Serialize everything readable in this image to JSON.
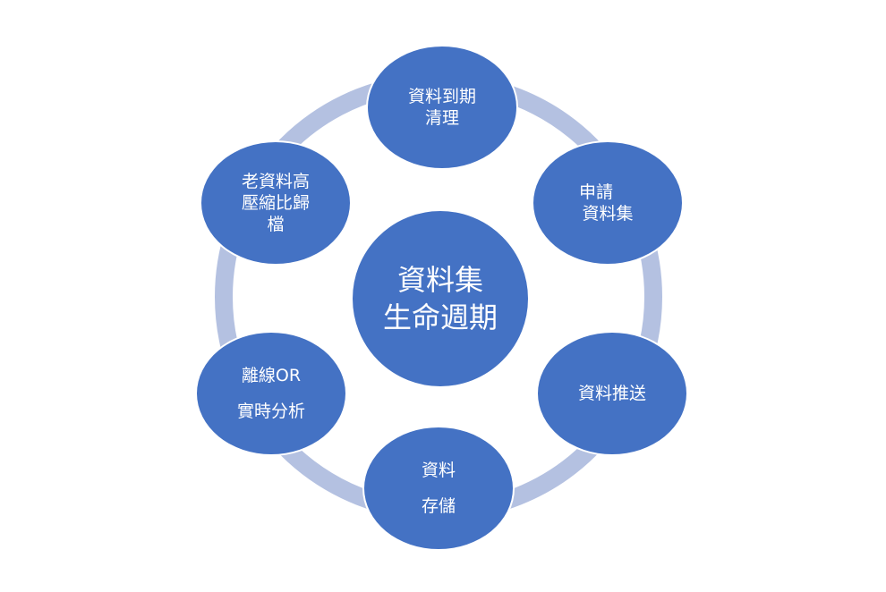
{
  "center": {
    "lines": [
      "資料集",
      "生命週期"
    ]
  },
  "nodes": [
    {
      "id": "expire-cleanup",
      "lines": [
        "資料到期",
        "清理"
      ]
    },
    {
      "id": "apply-dataset",
      "lines": [
        "申請",
        "資料集"
      ]
    },
    {
      "id": "data-push",
      "lines": [
        "資料推送"
      ]
    },
    {
      "id": "data-storage",
      "lines": [
        "資料",
        "存儲"
      ]
    },
    {
      "id": "offline-realtime-analysis",
      "lines": [
        "離線OR",
        "實時分析"
      ]
    },
    {
      "id": "archive-old-data",
      "lines": [
        "老資料高",
        "壓縮比歸",
        "檔"
      ]
    }
  ],
  "colors": {
    "node_fill": "#4472c4",
    "ring": "#b4c1e1",
    "text": "#ffffff",
    "background": "#ffffff"
  }
}
